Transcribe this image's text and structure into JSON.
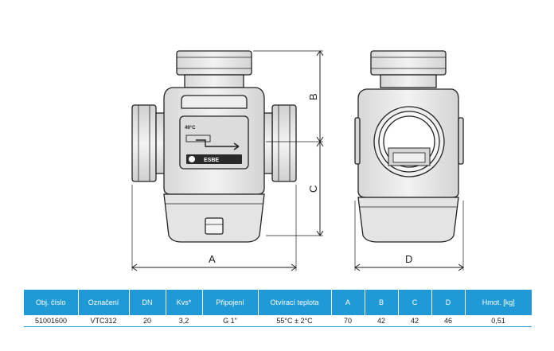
{
  "drawing": {
    "dim_labels": {
      "a": "A",
      "b": "B",
      "c": "C",
      "d": "D"
    },
    "knob_label": "49°C",
    "logo_text": "ESBE",
    "colors": {
      "outline": "#222222",
      "body": "#e6e6e6",
      "body_dark": "#cfcfcf",
      "accent": "#1f9ad6"
    }
  },
  "table": {
    "headers": [
      "Obj. číslo",
      "Označení",
      "DN",
      "Kvs*",
      "Připojení",
      "Otvírací teplota",
      "A",
      "B",
      "C",
      "D",
      "Hmot. [kg]"
    ],
    "rows": [
      [
        "51001600",
        "VTC312",
        "20",
        "3,2",
        "G 1\"",
        "55°C ± 2°C",
        "70",
        "42",
        "42",
        "46",
        "0,51"
      ]
    ]
  }
}
